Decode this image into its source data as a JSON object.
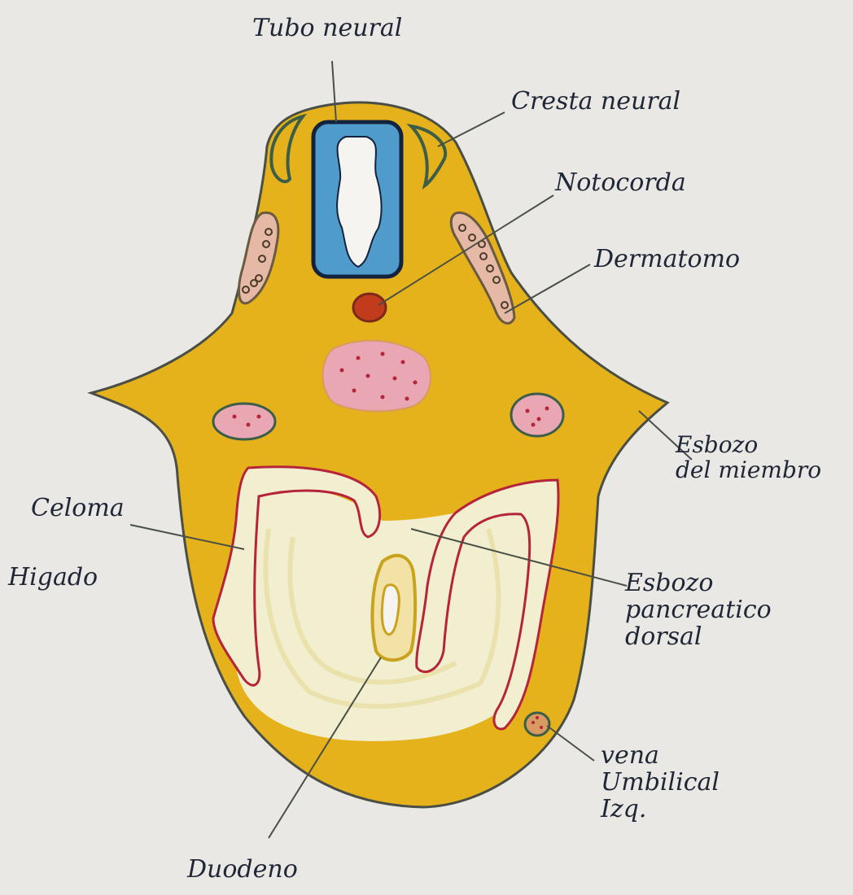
{
  "labels": {
    "tubo_neural": "Tubo neural",
    "cresta_neural": "Cresta neural",
    "notocorda": "Notocorda",
    "dermatomo": "Dermatomo",
    "esbozo_miembro": [
      "Esbozo",
      "del miembro"
    ],
    "celoma": "Celoma",
    "higado": "Higado",
    "esbozo_pancreatico": [
      "Esbozo",
      "pancreatico",
      "dorsal"
    ],
    "vena_umbilical": [
      "vena",
      "Umbilical",
      "Izq."
    ],
    "duodeno": "Duodeno"
  },
  "colors": {
    "paper": "#e9e8e4",
    "embryo_fill": "#e6b21c",
    "outline": "#4a4f46",
    "neural_tube": "#4f9ccc",
    "neural_tube_border": "#14233d",
    "crest": "#3c5e48",
    "notochord": "#c23b1c",
    "pink": "#e9a6b3",
    "red_line": "#b5243a",
    "pale_cavity": "#f1efcf",
    "duodenum_gold": "#c9a21e",
    "ink": "#1f2636"
  }
}
